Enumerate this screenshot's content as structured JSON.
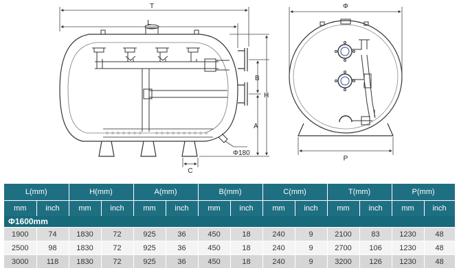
{
  "drawing": {
    "labels": {
      "T": "T",
      "L": "L",
      "H": "H",
      "B": "B",
      "A": "A",
      "C": "C",
      "phi180": "Φ180",
      "phi": "Φ",
      "P": "P"
    }
  },
  "table": {
    "columns": [
      {
        "label": "L(mm)",
        "sub": [
          "mm",
          "inch"
        ]
      },
      {
        "label": "H(mm)",
        "sub": [
          "mm",
          "inch"
        ]
      },
      {
        "label": "A(mm)",
        "sub": [
          "mm",
          "inch"
        ]
      },
      {
        "label": "B(mm)",
        "sub": [
          "mm",
          "inch"
        ]
      },
      {
        "label": "C(mm)",
        "sub": [
          "mm",
          "inch"
        ]
      },
      {
        "label": "T(mm)",
        "sub": [
          "mm",
          "inch"
        ]
      },
      {
        "label": "P(mm)",
        "sub": [
          "mm",
          "inch"
        ]
      }
    ],
    "group_label": "Φ1600mm",
    "rows": [
      [
        "1900",
        "74",
        "1830",
        "72",
        "925",
        "36",
        "450",
        "18",
        "240",
        "9",
        "2100",
        "83",
        "1230",
        "48"
      ],
      [
        "2500",
        "98",
        "1830",
        "72",
        "925",
        "36",
        "450",
        "18",
        "240",
        "9",
        "2700",
        "106",
        "1230",
        "48"
      ],
      [
        "3000",
        "118",
        "1830",
        "72",
        "925",
        "36",
        "450",
        "18",
        "240",
        "9",
        "3200",
        "126",
        "1230",
        "48"
      ]
    ]
  },
  "colors": {
    "header": "#1f6f82",
    "group": "#166a79",
    "row_odd": "#dcdcdc",
    "row_even": "#f4f4f4"
  }
}
